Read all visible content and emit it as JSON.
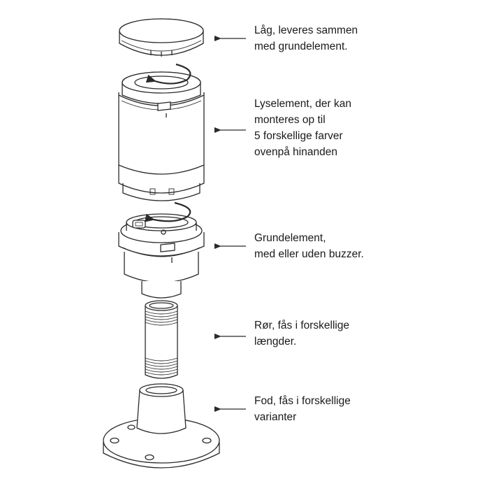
{
  "labels": [
    {
      "id": "cap",
      "lines": [
        "Låg, leveres sammen",
        "med grundelement."
      ]
    },
    {
      "id": "light-element",
      "lines": [
        "Lyselement, der kan",
        "monteres op til",
        "5 forskellige farver",
        "ovenpå hinanden"
      ]
    },
    {
      "id": "base-element",
      "lines": [
        "Grundelement,",
        "med eller uden buzzer."
      ]
    },
    {
      "id": "tube",
      "lines": [
        "Rør, fås i forskellige",
        "længder."
      ]
    },
    {
      "id": "foot",
      "lines": [
        "Fod, fås i forskellige",
        "varianter"
      ]
    }
  ],
  "colors": {
    "line": "#2a2a2a",
    "fill": "#ffffff",
    "shade": "#d9d9d9",
    "text": "#1a1a1a"
  }
}
